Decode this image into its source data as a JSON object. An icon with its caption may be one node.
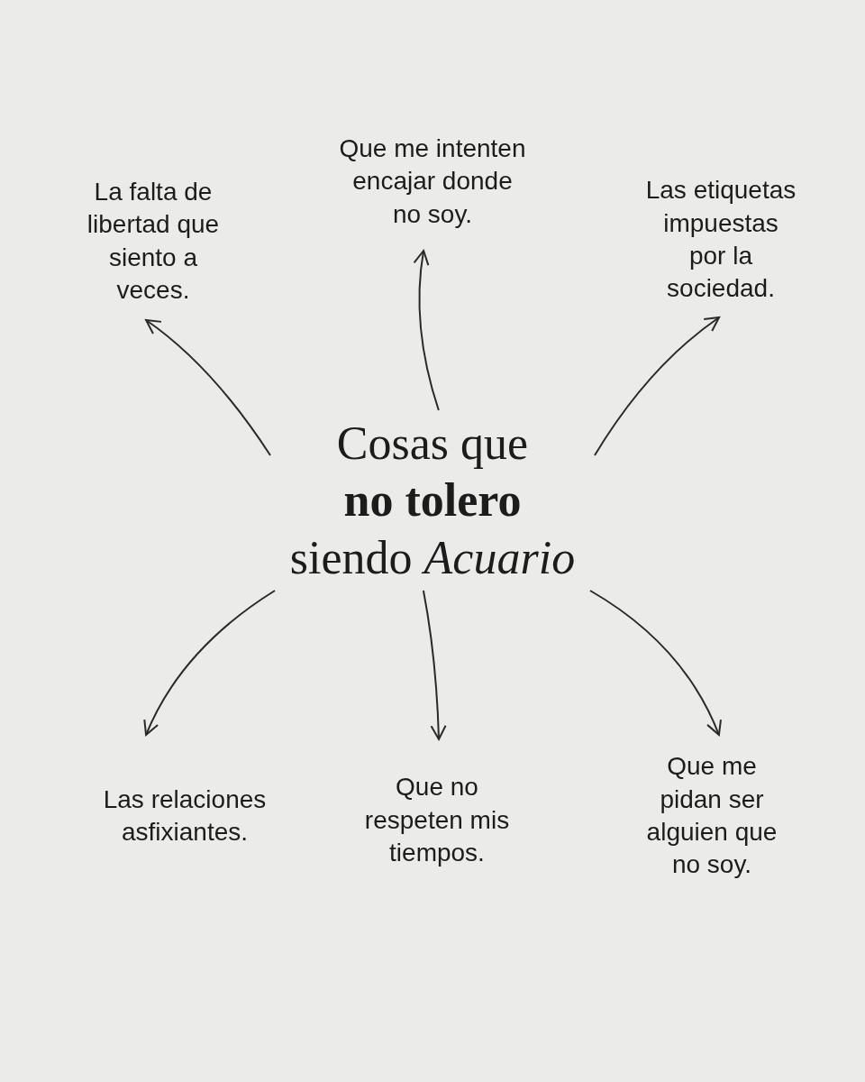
{
  "diagram": {
    "nodes": [
      {
        "text": [
          "Cosas que **no tolero** siendo *Acuario*"
        ]
      },
      {
        "text": [
          "La falta de libertad que siento a veces."
        ]
      },
      {
        "text": [
          "Que me intenten encajar donde no soy."
        ]
      },
      {
        "text": [
          "Las etiquetas impuestas por la sociedad."
        ]
      },
      {
        "text": [
          "Las relaciones asfixiantes."
        ]
      },
      {
        "text": [
          "Que no respeten mis tiempos."
        ]
      },
      {
        "text": [
          "Que me pidan ser alguien que no soy."
        ]
      }
    ],
    "edges": [
      {
        "from": 0,
        "to": 1,
        "arrow": "to"
      },
      {
        "from": 0,
        "to": 2,
        "arrow": "to"
      },
      {
        "from": 0,
        "to": 3,
        "arrow": "to"
      },
      {
        "from": 0,
        "to": 4,
        "arrow": "to"
      },
      {
        "from": 0,
        "to": 5,
        "arrow": "to"
      },
      {
        "from": 0,
        "to": 6,
        "arrow": "to"
      }
    ]
  }
}
